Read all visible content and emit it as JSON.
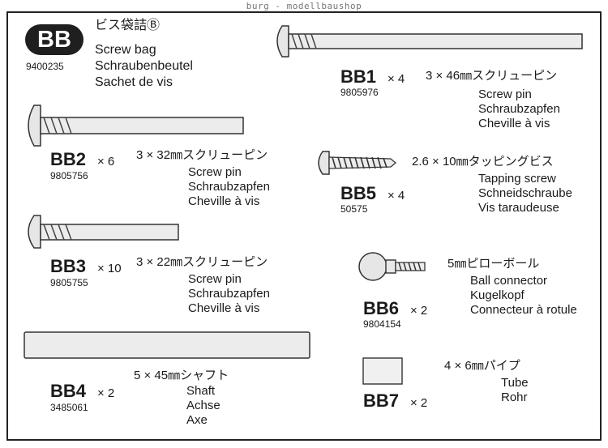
{
  "watermark": "burg - modellbaushop",
  "bag": {
    "badge": "BB",
    "title_jp": "ビス袋詰Ⓑ",
    "number": "9400235",
    "lines": [
      "Screw bag",
      "Schraubenbeutel",
      "Sachet de vis"
    ]
  },
  "parts": [
    {
      "code": "BB1",
      "qty": "× 4",
      "number": "9805976",
      "spec": "3 × 46㎜スクリューピン",
      "names": [
        "Screw pin",
        "Schraubzapfen",
        "Cheville à vis"
      ]
    },
    {
      "code": "BB2",
      "qty": "× 6",
      "number": "9805756",
      "spec": "3 × 32㎜スクリューピン",
      "names": [
        "Screw pin",
        "Schraubzapfen",
        "Cheville à vis"
      ]
    },
    {
      "code": "BB5",
      "qty": "× 4",
      "number": "50575",
      "spec": "2.6 × 10㎜タッピングビス",
      "names": [
        "Tapping screw",
        "Schneidschraube",
        "Vis taraudeuse"
      ]
    },
    {
      "code": "BB3",
      "qty": "× 10",
      "number": "9805755",
      "spec": "3 × 22㎜スクリューピン",
      "names": [
        "Screw pin",
        "Schraubzapfen",
        "Cheville à vis"
      ]
    },
    {
      "code": "BB6",
      "qty": "× 2",
      "number": "9804154",
      "spec": "5㎜ピローボール",
      "names": [
        "Ball connector",
        "Kugelkopf",
        "Connecteur à rotule"
      ]
    },
    {
      "code": "BB4",
      "qty": "× 2",
      "number": "3485061",
      "spec": "5 × 45㎜シャフト",
      "names": [
        "Shaft",
        "Achse",
        "Axe"
      ]
    },
    {
      "code": "BB7",
      "qty": "× 2",
      "spec": "4 × 6㎜パイプ",
      "names": [
        "Tube",
        "Rohr"
      ]
    }
  ]
}
